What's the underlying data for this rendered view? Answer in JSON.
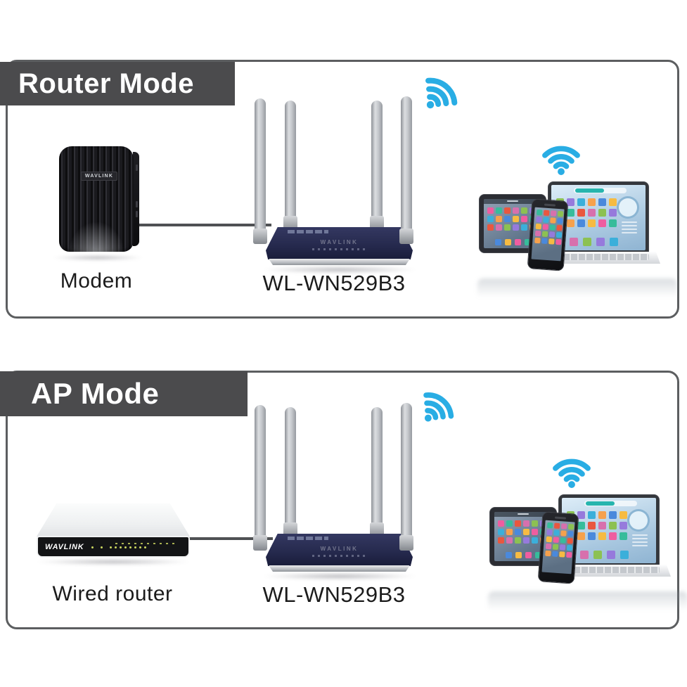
{
  "colors": {
    "accent_cyan": "#29ade4",
    "banner_gray": "#4b4b4d",
    "border_gray": "#5c5e60",
    "router_navy": "#262a4e",
    "led_yellow": "#ccd75f"
  },
  "app_icon_colors": [
    "#ef5da0",
    "#f6a14d",
    "#8cc152",
    "#37bc9b",
    "#4a89dc",
    "#967adc",
    "#e9573f",
    "#f6bb42",
    "#3bafda",
    "#d770ad"
  ],
  "sections": [
    {
      "banner": "Router Mode",
      "source_device": {
        "label": "Modem",
        "brand": "WAVLINK"
      },
      "router": {
        "label": "WL-WN529B3",
        "brand": "WAVLINK"
      },
      "client_devices": [
        "tablet",
        "smartphone",
        "laptop"
      ]
    },
    {
      "banner": "AP Mode",
      "source_device": {
        "label": "Wired router",
        "brand": "WAVLINK"
      },
      "router": {
        "label": "WL-WN529B3",
        "brand": "WAVLINK"
      },
      "client_devices": [
        "tablet",
        "smartphone",
        "laptop"
      ]
    }
  ]
}
